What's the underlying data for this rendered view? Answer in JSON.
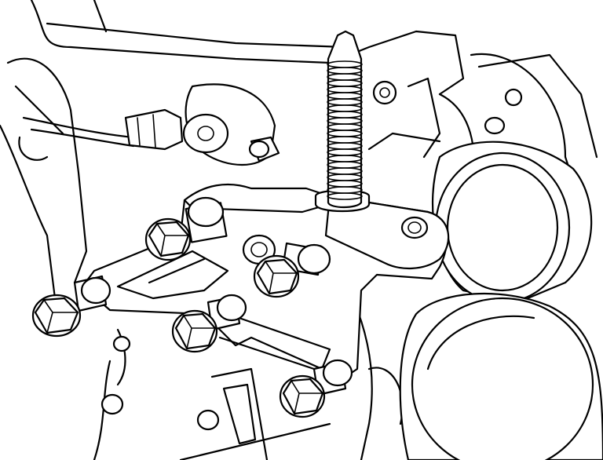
{
  "illustration": {
    "stroke_color": "#000000",
    "background_color": "#ffffff",
    "parts": [
      "engine-block",
      "engine-mount-bracket",
      "guide-stud",
      "flange-bolt",
      "dowel-pin",
      "pulley",
      "wire-harness-connector"
    ],
    "flange_bolt_count": 5
  }
}
